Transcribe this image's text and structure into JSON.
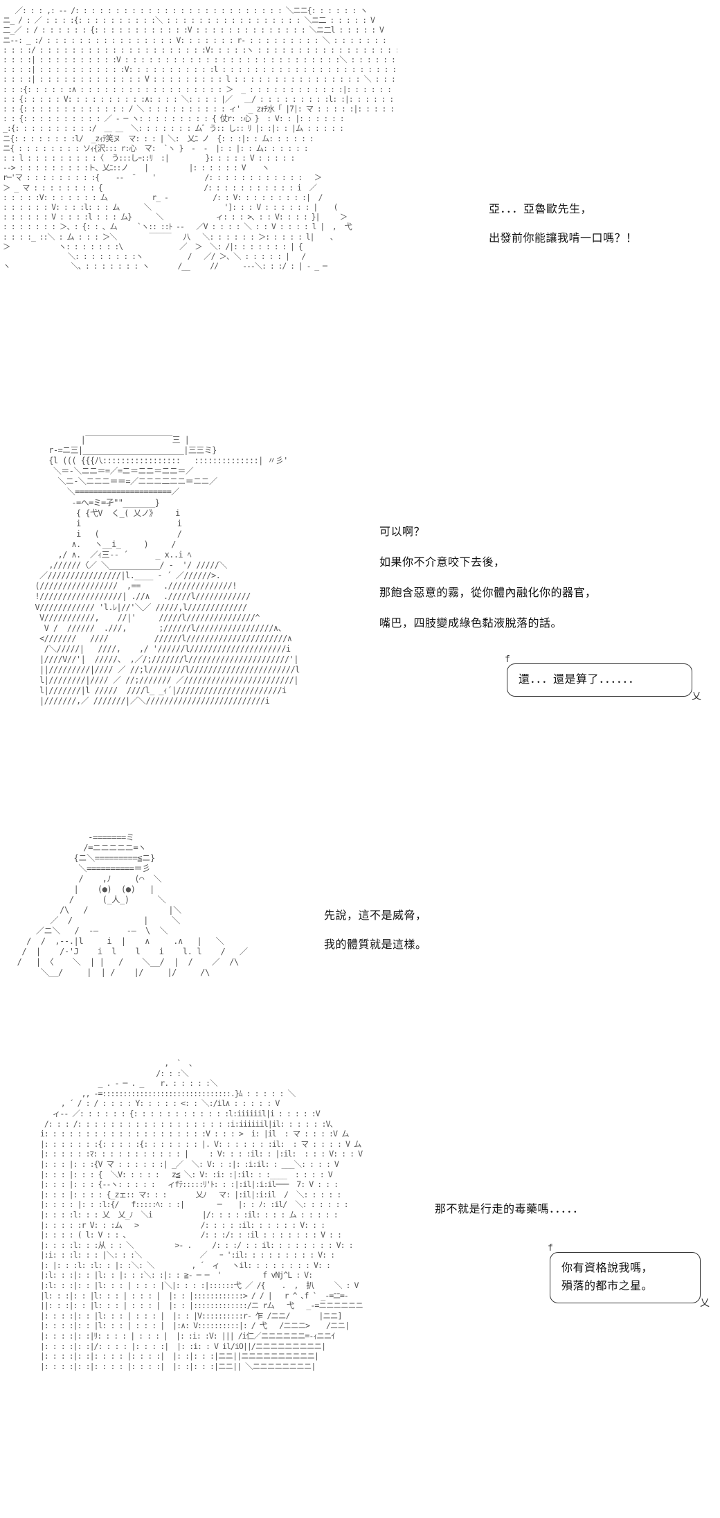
{
  "panels": [
    {
      "dialogue": [
        "亞．．．亞魯歐先生，",
        "出發前你能讓我啃一口嗎？！"
      ]
    },
    {
      "dialogue": [
        "可以啊？",
        "如果你不介意咬下去後，",
        "那飽含惡意的霧，從你體內融化你的器官，",
        "嘴巴，四肢變成綠色黏液脫落的話。"
      ],
      "bubble": [
        "還．．．還是算了．．．．．．"
      ]
    },
    {
      "dialogue": [
        "先說，這不是威脅，",
        "我的體質就是這樣。"
      ]
    },
    {
      "dialogue": [
        "那不就是行走的毒藥嗎．．．．．"
      ],
      "bubble": [
        "你有資格說我嗎，",
        "殞落的都市之星。"
      ]
    }
  ],
  "bubble_marks": {
    "top_left": "f",
    "tail": "乂"
  },
  "ascii_art": {
    "panel1": [
      "   ／: : : ,: -‐ /: : : : : : : : : : : : : : : : : : : : : : : : : : ＼ニニ{: : : : : : ヽ",
      "ニ_ / : ／ : : : :{: : : : : : : : : :＼ : : : : : : : : : : : : : : : : : ＼ニ二 : : : : : V",
      "二_／ : / : : : : : : {: : : : : : : : : : : :V : : : : : : : : : : : : : : ＼ニ二l : : : : : V",
      "ニ-‐: _ :/ : : : : : : : : : : : : : : : : V: : : : : : : r‐ : : : : : : : : : ＼ : : : : : : :",
      ": : : :/ : : : : : : : : : : : : : : : : : : : : :V: : : : :ヽ : : : : : : : : : : : : : : : : : : : :",
      ": : : :| : : : : : : : : : :V : : : : : : : : : : : : : : : : : : : : : : : : : : :＼ : : : : : : : :",
      ": : : :| : : : : : : : : : : :V: : : : : : : : : : :l : : : : : : : : : : : : : : : : : : : : : : : :",
      ": : : :| : : : : : : : : : : : : : V : : : : : : : : : l : : : : : : : : : : : : : : : : ＼ : : : : :",
      ": : :{: : : : : :∧ : : : : : : : : : : : : : : : : : : ＞  _ : : : : : : : : : : : :|: : : : : :",
      ": : {: : : : : V: : : : : : : : : :∧: : : : ＼: : : : |／   ＿/ : : : : : : : : :l: :|: : : : : :",
      ": : {: : : : : : : : : : : : : / ＼ : : : : : : : : : : ィ'  _ zｫﾁ水「 |7|: マ : : : : :|: : : : : :",
      ": : {: : : : : : : : : : ／ ‐ ─ ヽ: : : : : : : : : { 仗r: :心 }  : V: : |: : : : : :",
      "_:{: : : : : : : : : :/  ＿ ＿  ＼: : : : : : : ム゛う:: し:: ﾘ |: :|: : |ム : : : : :",
      "ニ{: : : : : : : :l/  _zｨﾃ笑ヌ  マ: : : | ＼:  乂ﾆ ノ  {: : :|: : ム: : : : : :",
      "ニ{ : : : : : : : : ソｨ{沢::: r:心  マ:  `ヽ }  ‐  ‐  |: : |: : ム: : : : : :",
      ": : l : : : : : : : : :〈  う:::しｰ::ﾘ  :|         }: : : : : V : : : : :",
      "-‐> : : : : : : : : :ト、乂ﾆ::ノ    |          |: : : : : : V    ヽ",
      "r─'マ : : : : : : : : :{    --  ¨    '            /: : : : : : : : : : : :   ＞",
      "＞ _ マ : : : : : : : : {                         /: : : : : : : : : : : i  ／",
      ": : : : :V: : : : : : : ム           r_ ‐           /: : V: : : : : : : : :|  /",
      ": : : : : : V: : : :l: : : ム      ＼                  ']: : : V : : : : : : |    (",
      ": : : : : : V : : : :l : : : ム}      ＼             ィ: : : >、: : V: : : : }|     ＞",
      ": : : : : : : ＞、: {: : ､ ム     `ヽ:: ::ﾄ ‐-   ／V : : : : ＼ : : V : : : : l |  ,  弋",
      ": : : :_ ::＼ : ム : : : ＞＼        ￣￣￣   八   ＼: : : : : : ＞: : : : : l|    ､",
      "＞            ヽ: : : : : : :\\              ／  ＞  ＼: /|: : : : : : : | {",
      "                ＼: : : : : : : :ヽ           /   ／/ ＞、＼ : : : : : |   /",
      "ヽ               ＼、: : : : : : : ヽ       /__     //      ‐‐‐＼: : :/ : | - _ ─"
    ],
    "panel2": [
      "                 |￣￣￣￣￣￣￣￣￣￣￣三 |",
      "          r-=ニ三|______________________|三三ミ}",
      "          {l ((( {{{八:::::::::::::::::   ::::::::::::::| 〃彡'",
      "           ＼＝-＼ニニ＝=／=ニ＝ニニ＝ニニ＝／",
      "            ＼ニ-＼ニニニ＝＝=／ニニニ二ニニ＝ニニ／",
      "              ＼=====================／",
      "               ‐=へ=ミ=孑\"\"_______}",
      "                { {弋V  く_( 乂ノ》    i",
      "                i                     i",
      "                i   (                 /",
      "               ∧.   ヽ__i_     )     /",
      "            ,/ ∧.  ／ｨ三‐‐ ´      _ x..i ﾍ",
      "          ,//////〈／ ＼___________/ ‐  '/ /////＼",
      "        ／////////////////|l.____ - ´ ／//////>.",
      "       (/////////////////  ,==     .//////////////!",
      "       !//////////////////| .//∧   ./////l////////////",
      "       V//////////// 'l.ﾚ|//'＼／ /////,l/////////////",
      "        V///////////,    //|'     /////l///////////////^",
      "         V /  //////  .///,       ;//////l/////////////////∧、",
      "        <///////   ////          //////l//////////////////////∧",
      "         /＼/////|   ////,    ,/ '//////l/////////////////////i",
      "        |////V//'|  /////、 ,／/;///////l//////////////////////'|",
      "        ||/////////|//// ／ //;l////////l///////////////////////l",
      "        l|////////|//// ／ //;/////// ／////////////////////////|",
      "        l|///////|l /////  ////l_ _ｨ´|///////////////////////i",
      "        |///////,／ ///////|／＼//////////////////////////i"
    ],
    "panel3": [
      "                  -=======ミ",
      "                 /=ニニニニニ=ヽ",
      "               {ニ＼=========≦ニ}",
      "                ＼==========＝彡",
      "                /    ,ﾉ     (⌒  ＼",
      "               |    (●)  (●)   |",
      "              /      (_人_)      ＼",
      "            /\\   /                 |＼",
      "          ／  /               |     ＼",
      "       ／ニ＼   /  ‐―      ‐―  \\  ＼",
      "     /  /  ,‐‐.|l     i  |    ∧     .∧   |   ＼",
      "    /  |    /‐'J    i  l    l    i    l. l    /   ／",
      "   /   | 〈    ＼  | |   /    ＼__/  |  /    ／  /\\",
      "        ＼__/     |  | /    |/     |/     /\\"
    ],
    "panel4": [
      "                                       ,  `  ､",
      "                                     /: : :＼",
      "                       _ . ‐ ─ . _    r. : : : : :＼",
      "                   ,, ‐=:::::::::::::::::::::::::::::::.}ﾑ : : : : : ＼",
      "              , ´ / : / : : : : Y: : : : : <: : ＼:/il∧ : : : : : V",
      "            ィ‐- ／: : : : : : {: : : : : : : : : : : :l:iiiiiil|i : : : : :V",
      "          /: : : /: : : : : : : : : : : : : : : : : : :i:iiiiiil|il: : : : : :V、",
      "         i: : : : : : : : : : : : : : : : : : : :V : : : >  i: |il  : マ : : : :V ム",
      "         |: : : : : : :{: : : : :{: : : : : : : |. V: : : : : : :il:  : マ : : : : V ム",
      "         |: : : : : :ﾏ: : : : : : : : : : : |     : V: : : :il: : |:il:  : : : V: : : V",
      "         |: : : |: : :{V マ : : : : : :| _／  ＼: V: : :|: :i:il: : ___＼: : : : V",
      "         |: : : |: : : {  ＼V: : : : :   z≦ ＼: V: :i: :|:il: : :____  : : : : V",
      "         |: : : |: : : {‐‐ヽ: : : : :   ィfﾃ:::::ﾘ'ﾄ: : :|:il|:i:il───  7: V : : :",
      "         |: : : |: : : : {_zェ:: マ: : :       乂ﾉ   マ: |:il|:i:il  /  ＼: : : : :",
      "         |: : : : |: : :l:{/   f:::::ﾍ: : :|        ─    |: : ﾉ: :il/  ＼: : : : : :",
      "         |: : : :l: : : 乂  乂_ﾉ  ＼i            |/: : : : :il: : : : ム : : : : :",
      "         |: : : : :r V: : :ム   >               /: : : : :il: : : : : : V: : :",
      "         |: : : : ( l: V : : 、                 /: : :/: : :il : : : : : : : V : :",
      "         |: : : :l: : :从 : : ＼          >‐ .     /: : :/ : : il: : : : : : : : V: :",
      "         |:i: : :l: : : |＼: : :＼              ／   ｰ ':il: : : : : : : : : V: :",
      "         |: |: : :l: :l: : |: :＼: ＼         , ´  ィ   ヽil: : : : : : : : V: :",
      "         |:l: : :|: : |l: : |: : :＼: :|: : ≧‐ ─ ─  '          f vNj^L : V:",
      "         |:l: : :|: : |l: : : | : : : |＼|: : : :|::::::弋 ／ /{    .  ,  扒     ＼ : V",
      "         |l: : :|: : |l: : : | : : : |  |: : |::::::::::::> / / |   r ^ ､f ` _-=ﾆﾆ=-",
      "         ||: : :|: : |l: : : | : : : |  |: : |:::::::::::::/ニ rム   弋   _-=ニニニニニニ",
      "         |: : : :|: : |l: : : | : : : |  |: : |V::::::::::r‐ 乍 /ニニ/       |ニニ]",
      "         |: : : :|: : |l: : : | : : : |  |:∧: V::::::::::|: / 弋   /ニニニ>    /ニニ|",
      "         |: : : :|: :|ﾘ: : : : | : : : |  |: :i: :V: ||| /i仁／ニニニニニニ=-ｨニニｲ",
      "         |: : : :|: :|/: : : : |: : : :|  |: :i: : V il/iO||/ニニニニニニニニニ|",
      "         |: : : :|: :|: : : : |: : : :|  |: :|: : :|ニニ||ニニニニニニニニニニ|",
      "         |: : : :|: :|: : : : |: : : :|  |: :|: : :|ニニ|| ＼ニニニニニニニニ|"
    ]
  }
}
